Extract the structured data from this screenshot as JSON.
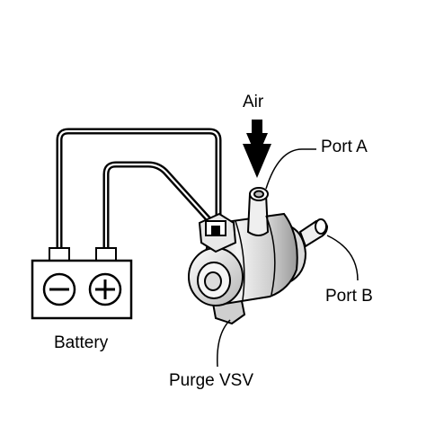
{
  "labels": {
    "air": "Air",
    "port_a": "Port A",
    "port_b": "Port B",
    "battery": "Battery",
    "purge_vsv": "Purge VSV"
  },
  "battery_terminals": {
    "negative": "−",
    "positive": "+"
  },
  "colors": {
    "line": "#000000",
    "background": "#ffffff",
    "metal_light": "#f2f2f2",
    "metal_mid": "#cfcfcf",
    "metal_dark": "#8a8a8a"
  }
}
